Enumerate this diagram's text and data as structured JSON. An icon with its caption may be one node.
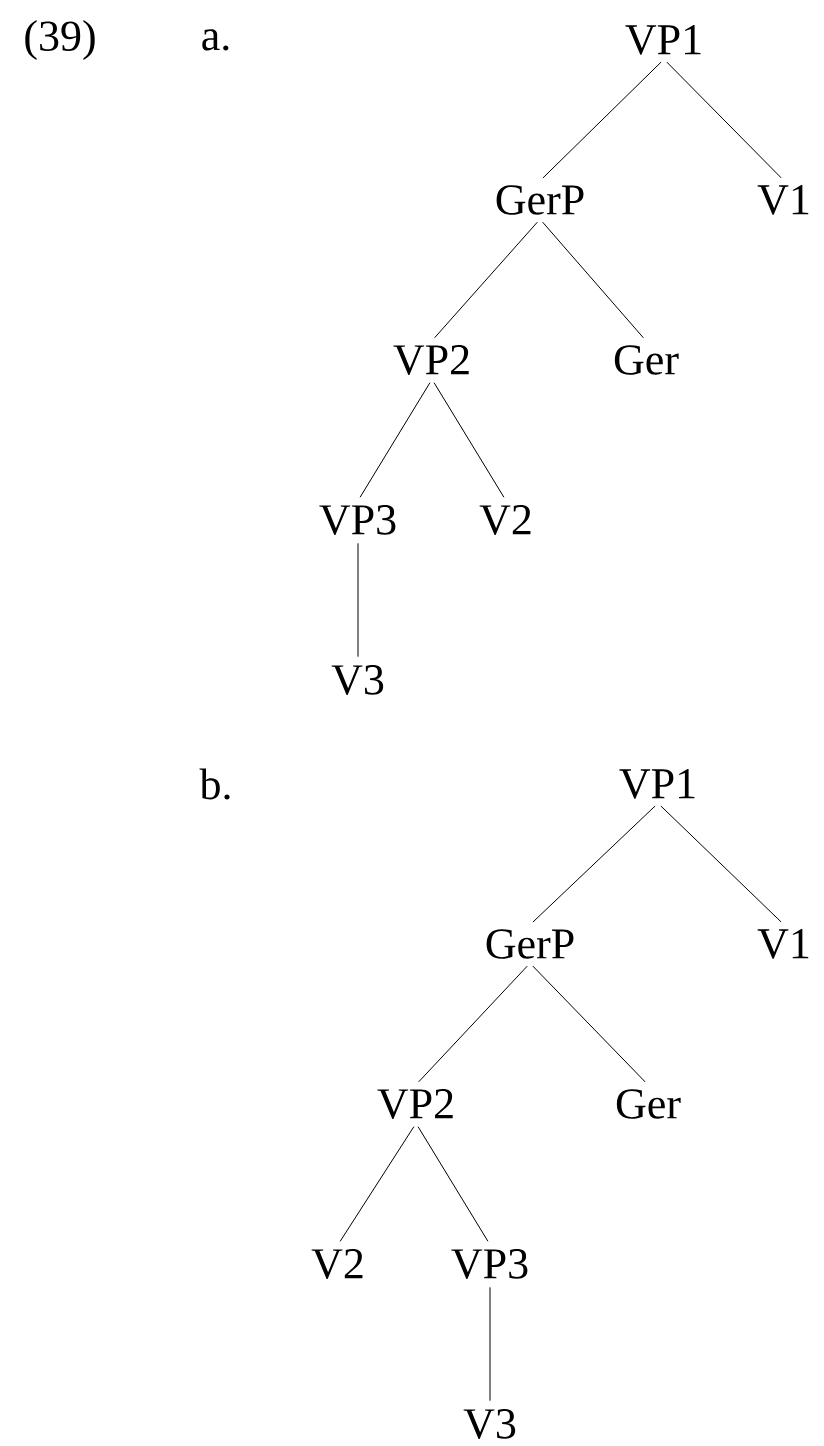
{
  "diagram": {
    "nodes": [
      {
        "text": [
          "VP1"
        ]
      },
      {
        "text": [
          "GerP"
        ]
      },
      {
        "text": [
          "V1"
        ]
      },
      {
        "text": [
          "VP2"
        ]
      },
      {
        "text": [
          "Ger"
        ]
      },
      {
        "text": [
          "VP3"
        ]
      },
      {
        "text": [
          "V2"
        ]
      },
      {
        "text": [
          "V3"
        ]
      },
      {
        "text": [
          "VP1"
        ]
      },
      {
        "text": [
          "GerP"
        ]
      },
      {
        "text": [
          "V1"
        ]
      },
      {
        "text": [
          "VP2"
        ]
      },
      {
        "text": [
          "Ger"
        ]
      },
      {
        "text": [
          "V2"
        ]
      },
      {
        "text": [
          "VP3"
        ]
      },
      {
        "text": [
          "V3"
        ]
      }
    ],
    "edges": [
      {
        "from": 0,
        "to": 1,
        "arrow": "none"
      },
      {
        "from": 0,
        "to": 2,
        "arrow": "none"
      },
      {
        "from": 1,
        "to": 3,
        "arrow": "none"
      },
      {
        "from": 1,
        "to": 4,
        "arrow": "none"
      },
      {
        "from": 3,
        "to": 5,
        "arrow": "none"
      },
      {
        "from": 3,
        "to": 6,
        "arrow": "none"
      },
      {
        "from": 5,
        "to": 7,
        "arrow": "none"
      },
      {
        "from": 8,
        "to": 9,
        "arrow": "none"
      },
      {
        "from": 8,
        "to": 10,
        "arrow": "none"
      },
      {
        "from": 9,
        "to": 11,
        "arrow": "none"
      },
      {
        "from": 9,
        "to": 12,
        "arrow": "none"
      },
      {
        "from": 11,
        "to": 13,
        "arrow": "none"
      },
      {
        "from": 11,
        "to": 14,
        "arrow": "none"
      },
      {
        "from": 14,
        "to": 15,
        "arrow": "none"
      }
    ],
    "labels": [
      "(39)",
      "a.",
      "b."
    ]
  }
}
